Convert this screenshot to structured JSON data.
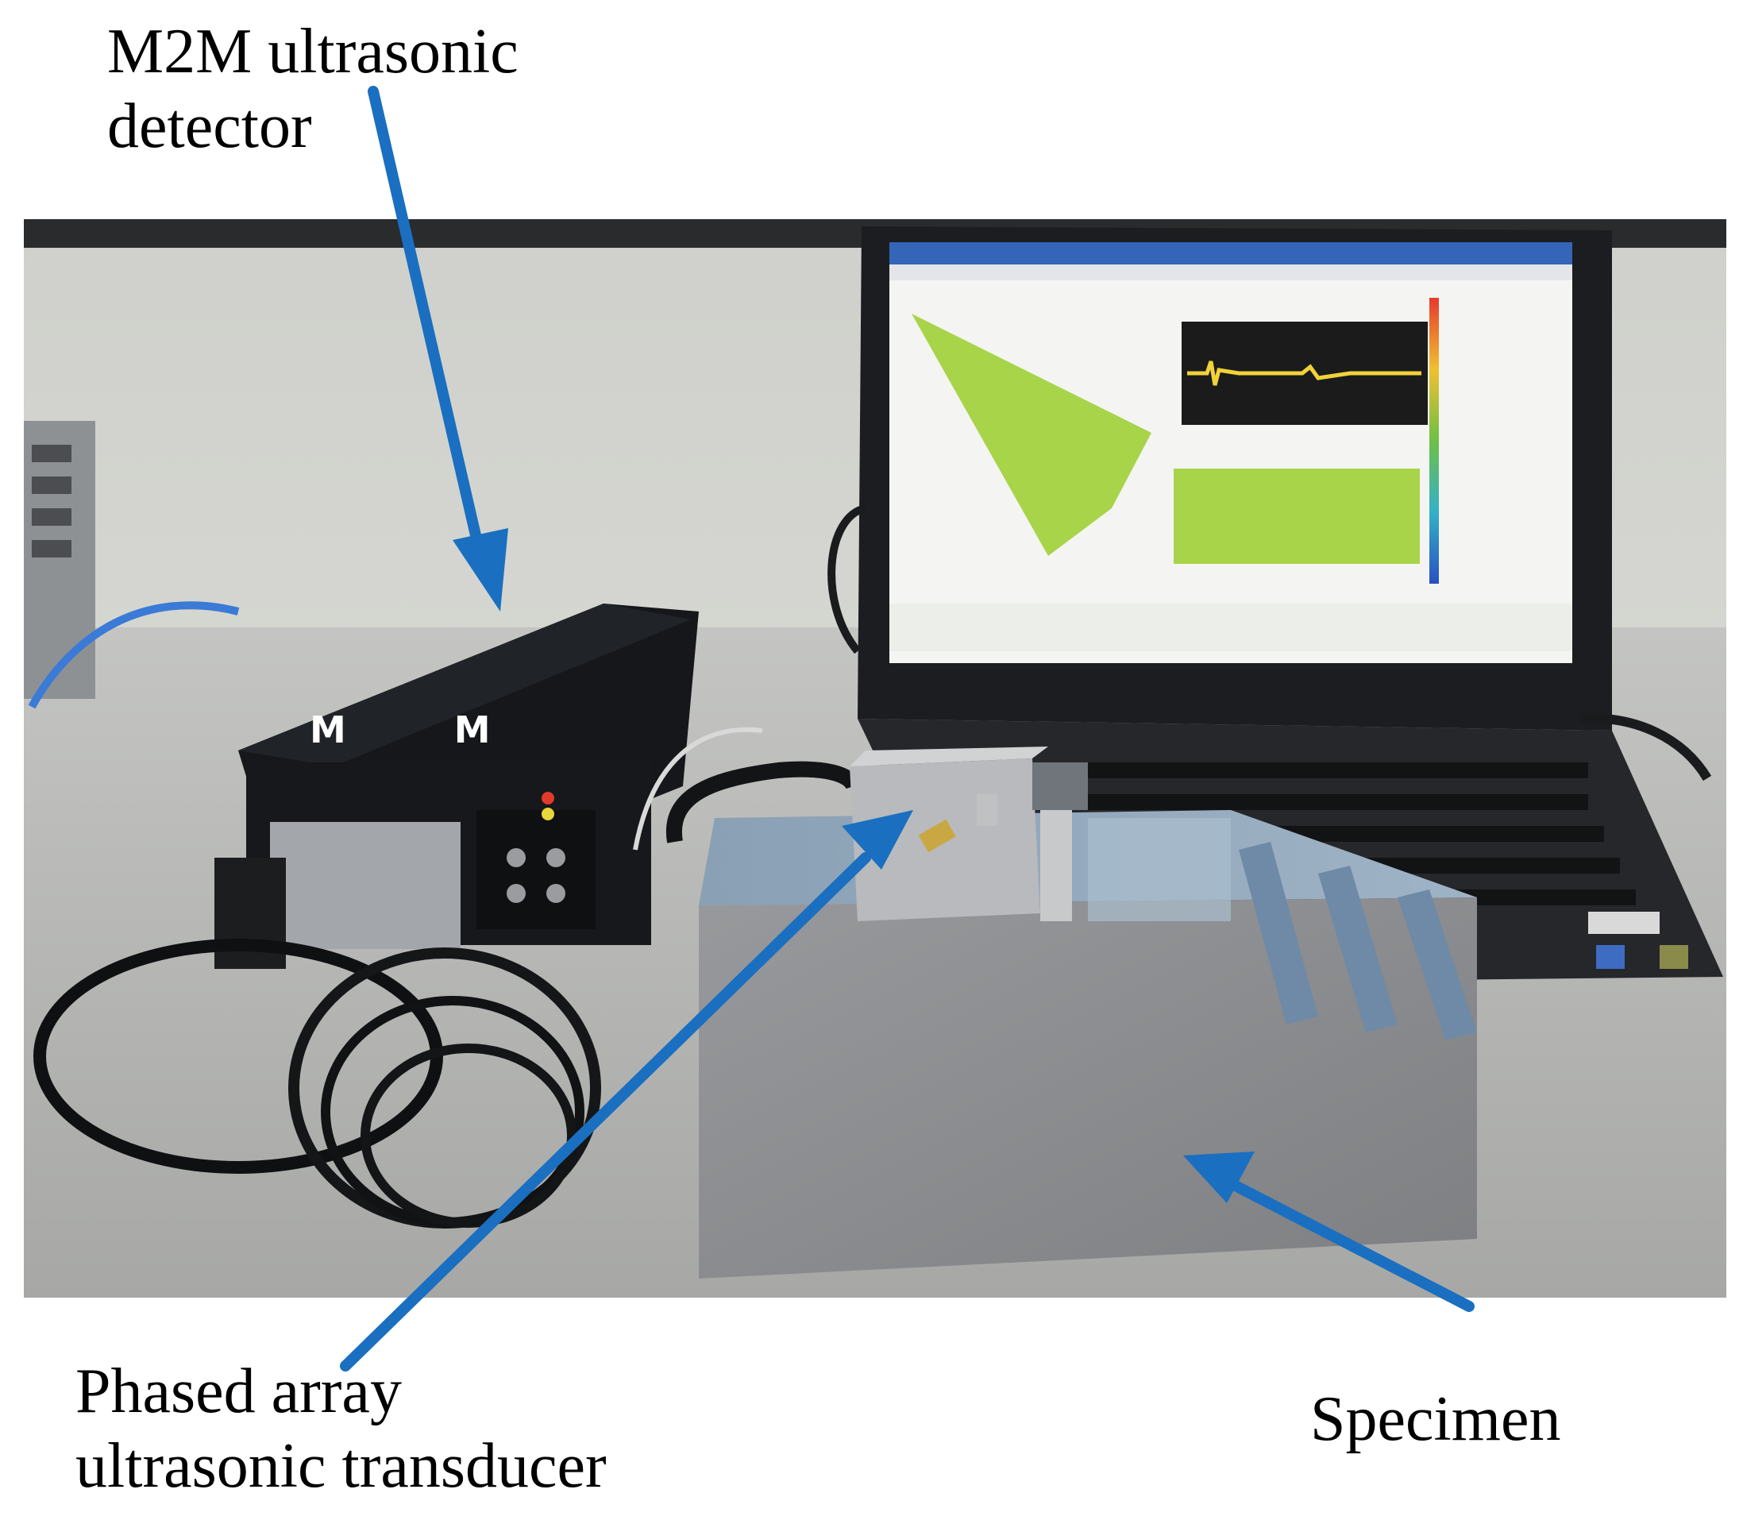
{
  "labels": {
    "detector": {
      "line1": "M2M ultrasonic",
      "line2": "detector"
    },
    "transducer": {
      "line1": "Phased array",
      "line2": "ultrasonic transducer"
    },
    "specimen": {
      "text": "Specimen"
    }
  },
  "photo": {
    "device_brand_text": "M  M",
    "colors": {
      "arrow": "#1a6fc0",
      "screen_fill": "#a8d44a",
      "device_body": "#1a1c20",
      "specimen_metal": "#8c8f93",
      "table": "#b7b8b6",
      "wall": "#d8d9d4"
    }
  }
}
